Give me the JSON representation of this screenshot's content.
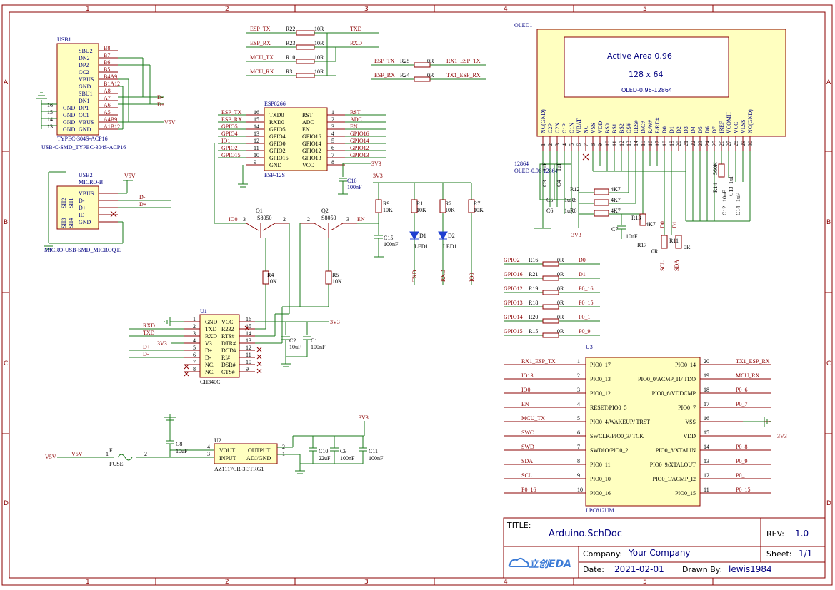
{
  "zones": {
    "top": [
      "1",
      "2",
      "3",
      "4",
      "5"
    ],
    "bottom": [
      "1",
      "2",
      "3",
      "4",
      "5"
    ],
    "left": [
      "A",
      "B",
      "C",
      "D"
    ],
    "right": [
      "A",
      "B",
      "C",
      "D"
    ]
  },
  "usb1": {
    "designator": "USB1",
    "footprint": "USB-C-SMD_TYPEC-304S-ACP16",
    "part": "TYPEC-304S-ACP16",
    "pins_right": [
      "SBU2",
      "DN2",
      "DP2",
      "CC2",
      "VBUS",
      "GND",
      "SBU1",
      "DN1",
      "DP1",
      "CC1",
      "VBUS",
      "GND"
    ],
    "pin_nums_right": [
      "B8",
      "B7",
      "B6",
      "B5",
      "B4A9",
      "B1A12",
      "A8",
      "A7",
      "A6",
      "A5",
      "A4B9",
      "A1B12"
    ],
    "pins_left": [
      "GND",
      "GND",
      "GND",
      "GND"
    ],
    "pin_nums_left": [
      "16",
      "15",
      "14",
      "13"
    ],
    "nets": [
      "D-",
      "D+",
      "V5V"
    ]
  },
  "usb2": {
    "designator": "USB2",
    "part": "MICRO-B",
    "footprint": "MICRO-USB-SMD_MICROQTJ",
    "pins": [
      "VBUS",
      "D-",
      "D+",
      "ID",
      "GND"
    ],
    "shield": [
      "SH2",
      "SH1",
      "SH3",
      "SH4"
    ],
    "nets": [
      "V5V",
      "D-",
      "D+"
    ]
  },
  "resistor_bank": [
    {
      "net_left": "ESP_TX",
      "ref": "R22",
      "val": "10R",
      "net_right": "TXD"
    },
    {
      "net_left": "ESP_RX",
      "ref": "R23",
      "val": "10R",
      "net_right": "RXD"
    },
    {
      "net_left": "MCU_TX",
      "ref": "R10",
      "val": "10R",
      "net_right": ""
    },
    {
      "net_left": "MCU_RX",
      "ref": "R3",
      "val": "10R",
      "net_right": ""
    }
  ],
  "esp_link": [
    {
      "net_left": "ESP_TX",
      "ref": "R25",
      "val": "0R",
      "net_right": "RX1_ESP_TX"
    },
    {
      "net_left": "ESP_RX",
      "ref": "R24",
      "val": "0R",
      "net_right": "TX1_ESP_RX"
    }
  ],
  "esp8266": {
    "designator": "ESP8266",
    "footprint": "ESP-12S",
    "left_nets": [
      "ESP_TX",
      "ESP_RX",
      "GPIO5",
      "GPIO4",
      "IO1",
      "GPIO2",
      "GPIO15",
      ""
    ],
    "left_nums": [
      "16",
      "15",
      "14",
      "13",
      "12",
      "11",
      "10",
      "9"
    ],
    "left_pins": [
      "TXD0",
      "RXD0",
      "GPIO5",
      "GPIO4",
      "GPIO0",
      "GPIO2",
      "GPIO15",
      "GND"
    ],
    "right_pins": [
      "RST",
      "ADC",
      "EN",
      "GPIO16",
      "GPIO14",
      "GPIO12",
      "GPIO13",
      "VCC"
    ],
    "right_nums": [
      "1",
      "2",
      "3",
      "4",
      "5",
      "6",
      "7",
      "8"
    ],
    "right_nets": [
      "RST",
      "ADC",
      "EN",
      "GPIO16",
      "GPIO14",
      "GPIO12",
      "GPIO13",
      "3V3"
    ],
    "cap": {
      "ref": "C16",
      "val": "100nF"
    }
  },
  "transistors": [
    {
      "ref": "Q1",
      "part": "S8050",
      "net": "IO0",
      "pins": [
        "3",
        "2"
      ]
    },
    {
      "ref": "Q2",
      "part": "S8050",
      "net": "EN",
      "pins": [
        "2",
        "3"
      ]
    }
  ],
  "base_resistors": [
    {
      "ref": "R4",
      "val": "10K"
    },
    {
      "ref": "R5",
      "val": "10K"
    }
  ],
  "leds": {
    "rail": "3V3",
    "r9": {
      "ref": "R9",
      "val": "10K"
    },
    "c15": {
      "ref": "C15",
      "val": "100nF"
    },
    "items": [
      {
        "rref": "R1",
        "rval": "10K",
        "dref": "D1",
        "dval": "LED1",
        "net": "TXD"
      },
      {
        "rref": "R2",
        "rval": "10K",
        "dref": "D2",
        "dval": "LED1",
        "net": "RXD"
      },
      {
        "rref": "R7",
        "rval": "10K",
        "dref": "",
        "dval": "",
        "net": "IO0"
      }
    ]
  },
  "ch340": {
    "designator": "U1",
    "part": "CH340C",
    "left_nets": [
      "",
      "RXD",
      "TXD",
      "3V3",
      "D+",
      "D-",
      "",
      ""
    ],
    "left_nums": [
      "1",
      "2",
      "3",
      "4",
      "5",
      "6",
      "7",
      "8"
    ],
    "left_pins": [
      "GND",
      "TXD",
      "RXD",
      "V3",
      "D+",
      "D-",
      "NC.",
      "NC."
    ],
    "right_pins": [
      "VCC",
      "R232",
      "RTS#",
      "DTR#",
      "DCD#",
      "RI#",
      "DSR#",
      "CTS#"
    ],
    "right_nums": [
      "16",
      "15",
      "14",
      "13",
      "12",
      "11",
      "10",
      "9"
    ],
    "vcc_net": "3V3",
    "caps": [
      {
        "ref": "C2",
        "val": "10uF"
      },
      {
        "ref": "C1",
        "val": "100nF"
      }
    ]
  },
  "regulator": {
    "designator": "U2",
    "part": "AZ1117CR-3.3TRG1",
    "pins": [
      "VOUT",
      "INPUT",
      "OUTPUT",
      "ADJ/GND"
    ],
    "pin_nums": [
      "4",
      "3",
      "2",
      "1"
    ],
    "fuse": {
      "ref": "F1",
      "val": "FUSE",
      "pins": [
        "1",
        "2"
      ]
    },
    "in_net": "V5V",
    "out_net": "3V3",
    "c8": {
      "ref": "C8",
      "val": "10uF"
    },
    "caps": [
      {
        "ref": "C10",
        "val": "22uF"
      },
      {
        "ref": "C9",
        "val": "100nF"
      },
      {
        "ref": "C11",
        "val": "100nF"
      }
    ]
  },
  "oled": {
    "designator": "OLED1",
    "area": "Active Area 0.96",
    "res": "128 x 64",
    "part": "OLED-0.96-12864",
    "part2": "12864",
    "part3": "OLED-0.96-12864",
    "pins": [
      "NC(GND)",
      "C2P",
      "C2N",
      "C1P",
      "C1N",
      "VBAT",
      "NC",
      "VSS",
      "VDD",
      "BS0",
      "BS1",
      "BS2",
      "CS#",
      "RES#",
      "D/C#",
      "R/W#",
      "E/RD#",
      "D0",
      "D1",
      "D2",
      "D3",
      "D4",
      "D5",
      "D6",
      "D7",
      "IREF",
      "VCOMH",
      "VCC",
      "VLSS",
      "NC(GND)"
    ],
    "nums": [
      "1",
      "2",
      "3",
      "4",
      "5",
      "6",
      "7",
      "8",
      "9",
      "10",
      "11",
      "12",
      "13",
      "14",
      "15",
      "16",
      "17",
      "18",
      "19",
      "20",
      "21",
      "22",
      "23",
      "24",
      "25",
      "26",
      "27",
      "28",
      "29",
      "30"
    ],
    "rail": "3V3",
    "parts": [
      {
        "ref": "C3",
        "val": "1uF"
      },
      {
        "ref": "C4",
        "val": "1uF"
      },
      {
        "ref": "C5",
        "val": "1uF"
      },
      {
        "ref": "C6",
        "val": "1uF"
      },
      {
        "ref": "R12",
        "val": "4K7"
      },
      {
        "ref": "R8",
        "val": "4K7"
      },
      {
        "ref": "R6",
        "val": "4K7"
      },
      {
        "ref": "R13",
        "val": "4K7"
      },
      {
        "ref": "C7",
        "val": "10uF"
      },
      {
        "ref": "R17",
        "val": "0R"
      },
      {
        "ref": "R11",
        "val": "0R"
      },
      {
        "ref": "R14",
        "val": "560K"
      },
      {
        "ref": "C12",
        "val": "10uF"
      },
      {
        "ref": "C13",
        "val": "1uF"
      },
      {
        "ref": "C14",
        "val": "1uF"
      }
    ],
    "nets": [
      "SCL",
      "SDA",
      "D0",
      "D1"
    ]
  },
  "gpio_map": [
    {
      "net": "GPIO2",
      "ref": "R16",
      "val": "0R",
      "out": "D0"
    },
    {
      "net": "GPIO16",
      "ref": "R21",
      "val": "0R",
      "out": "D1"
    },
    {
      "net": "GPIO12",
      "ref": "R19",
      "val": "0R",
      "out": "P0_16"
    },
    {
      "net": "GPIO13",
      "ref": "R18",
      "val": "0R",
      "out": "P0_15"
    },
    {
      "net": "GPIO14",
      "ref": "R20",
      "val": "0R",
      "out": "P0_1"
    },
    {
      "net": "GPIO15",
      "ref": "R15",
      "val": "0R",
      "out": "P0_9"
    }
  ],
  "lpc812": {
    "designator": "U3",
    "part": "LPC812UM",
    "left_nets": [
      "RX1_ESP_TX",
      "IO13",
      "IO0",
      "EN",
      "MCU_TX",
      "SWC",
      "SWD",
      "SDA",
      "SCL",
      "P0_16"
    ],
    "left_nums": [
      "1",
      "2",
      "3",
      "4",
      "5",
      "6",
      "7",
      "8",
      "9",
      "10"
    ],
    "left_pins": [
      "PIO0_17",
      "PIO0_13",
      "PIO0_12",
      "RESET/PIO0_5",
      "PIO0_4/WAKEUP/ TRST",
      "SWCLK/PIO0_3/ TCK",
      "SWDIO/PIO0_2",
      "PIO0_11",
      "PIO0_10",
      "PIO0_16"
    ],
    "right_pins": [
      "PIO0_14",
      "PIO0_0/ACMP_I1/ TDO",
      "PIO0_6/VDDCMP",
      "PIO0_7",
      "VSS",
      "VDD",
      "PIO0_8/XTALIN",
      "PIO0_9/XTALOUT",
      "PIO0_1/ACMP_I2",
      "PIO0_15"
    ],
    "right_nums": [
      "20",
      "19",
      "18",
      "17",
      "16",
      "15",
      "14",
      "13",
      "12",
      "11"
    ],
    "right_nets": [
      "TX1_ESP_RX",
      "MCU_RX",
      "P0_6",
      "P0_7",
      "",
      "3V3",
      "P0_8",
      "P0_9",
      "P0_1",
      "P0_15"
    ]
  },
  "title_block": {
    "title_label": "TITLE:",
    "title": "Arduino.SchDoc",
    "rev_label": "REV:",
    "rev": "1.0",
    "company_label": "Company:",
    "company": "Your Company",
    "sheet_label": "Sheet:",
    "sheet": "1/1",
    "date_label": "Date:",
    "date": "2021-02-01",
    "drawn_label": "Drawn By:",
    "drawn": "lewis1984",
    "logo_text": "立创EDA"
  },
  "colors": {
    "frame": "#8b0000",
    "wire": "#1a7a1a",
    "body": "#ffffc0",
    "label": "#000080",
    "title": "#000080"
  }
}
